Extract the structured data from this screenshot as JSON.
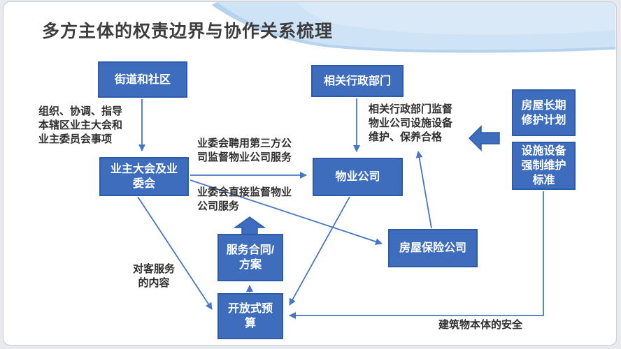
{
  "slide": {
    "title": "多方主体的权责边界与协作关系梳理"
  },
  "colors": {
    "box_fill": "#3e6dbd",
    "box_border": "#2e5ba8",
    "connector": "#4676c5",
    "title_text": "#3d3d3d",
    "swoosh_main": "#cfe3f6",
    "swoosh_stripe": "#aecdea"
  },
  "nodes": {
    "street_community": {
      "label": "街道和社区"
    },
    "admin_departments": {
      "label": "相关行政部门"
    },
    "owners_assembly": {
      "label": "业主大会及业委会"
    },
    "property_company": {
      "label": "物业公司"
    },
    "insurance_company": {
      "label": "房屋保险公司"
    },
    "service_contract": {
      "label": "服务合同/方案"
    },
    "open_budget": {
      "label": "开放式预算"
    },
    "longterm_repair_plan": {
      "label": "房屋长期修护计划"
    },
    "maintenance_standard": {
      "label": "设施设备强制维护标准"
    }
  },
  "annotations": {
    "organize_coordinate": {
      "text": "组织、协调、指导本辖区业主大会和业主委员会事项",
      "lines": [
        "组织、协调、指导",
        "本辖区业主大会和",
        "业主委员会事项"
      ]
    },
    "admin_supervise": {
      "text": "相关行政部门监督物业公司设施设备维护、保养合格",
      "lines": [
        "相关行政部门监督",
        "物业公司设施设备",
        "维护、保养合格"
      ]
    },
    "hire_third_party": {
      "text": "业委会聘用第三方公司监督物业公司服务",
      "lines": [
        "业委会聘用第三方公",
        "司监督物业公司服务"
      ]
    },
    "direct_supervise": {
      "text": "业委会直接监督物业公司服务",
      "lines": [
        "业委会直接监督物业",
        "公司服务"
      ]
    },
    "customer_service": {
      "text": "对客服务的内容",
      "lines": [
        "对客服务",
        "的内容"
      ]
    },
    "building_safety": {
      "text": "建筑物本体的安全",
      "lines": [
        "建筑物本体的安全"
      ]
    }
  }
}
